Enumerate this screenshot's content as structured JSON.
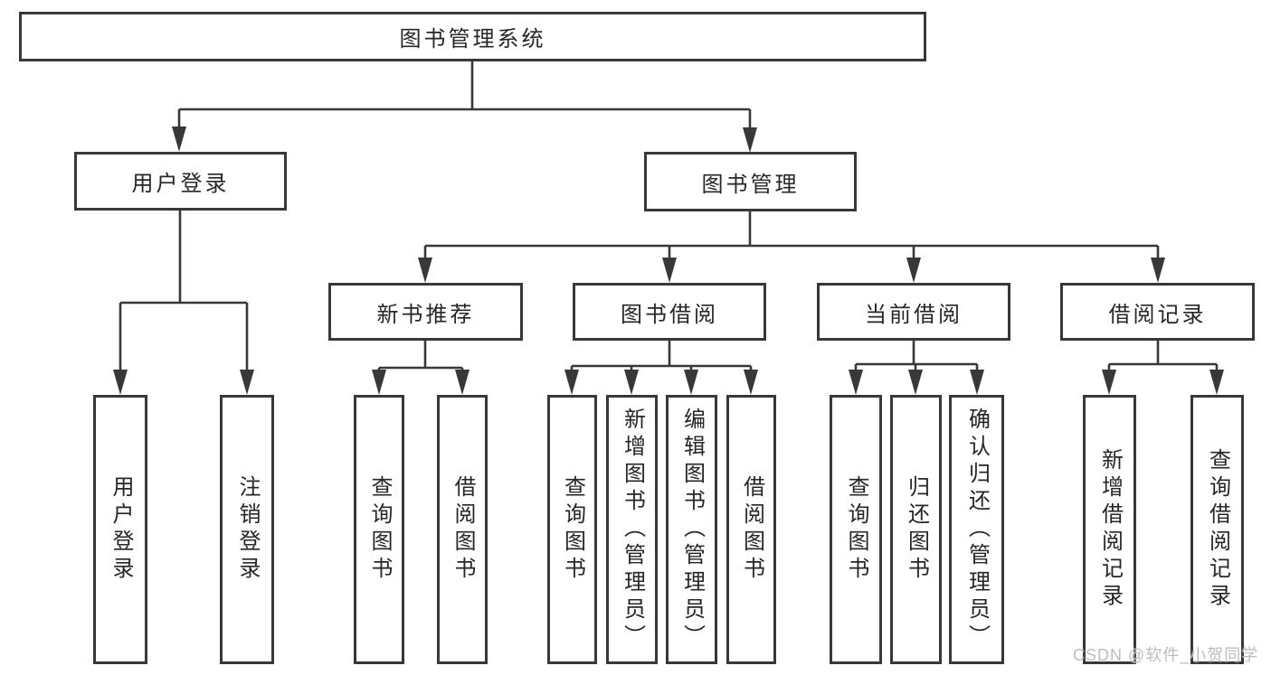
{
  "tree": {
    "label": "图书管理系统",
    "children": [
      {
        "label": "用户登录",
        "children": [
          {
            "label": "用户登录"
          },
          {
            "label": "注销登录"
          }
        ]
      },
      {
        "label": "图书管理",
        "children": [
          {
            "label": "新书推荐",
            "children": [
              {
                "label": "查询图书"
              },
              {
                "label": "借阅图书"
              }
            ]
          },
          {
            "label": "图书借阅",
            "children": [
              {
                "label": "查询图书"
              },
              {
                "label": "新增图书（管理员）"
              },
              {
                "label": "编辑图书（管理员）"
              },
              {
                "label": "借阅图书"
              }
            ]
          },
          {
            "label": "当前借阅",
            "children": [
              {
                "label": "查询图书"
              },
              {
                "label": "归还图书"
              },
              {
                "label": "确认归还（管理员）"
              }
            ]
          },
          {
            "label": "借阅记录",
            "children": [
              {
                "label": "新增借阅记录"
              },
              {
                "label": "查询借阅记录"
              }
            ]
          }
        ]
      }
    ]
  },
  "watermark": "CSDN @软件_小贺同学",
  "colors": {
    "line": "#383838",
    "border": "#383838",
    "text": "#262626",
    "background": "#ffffff",
    "watermark": "#b9b9b9"
  }
}
